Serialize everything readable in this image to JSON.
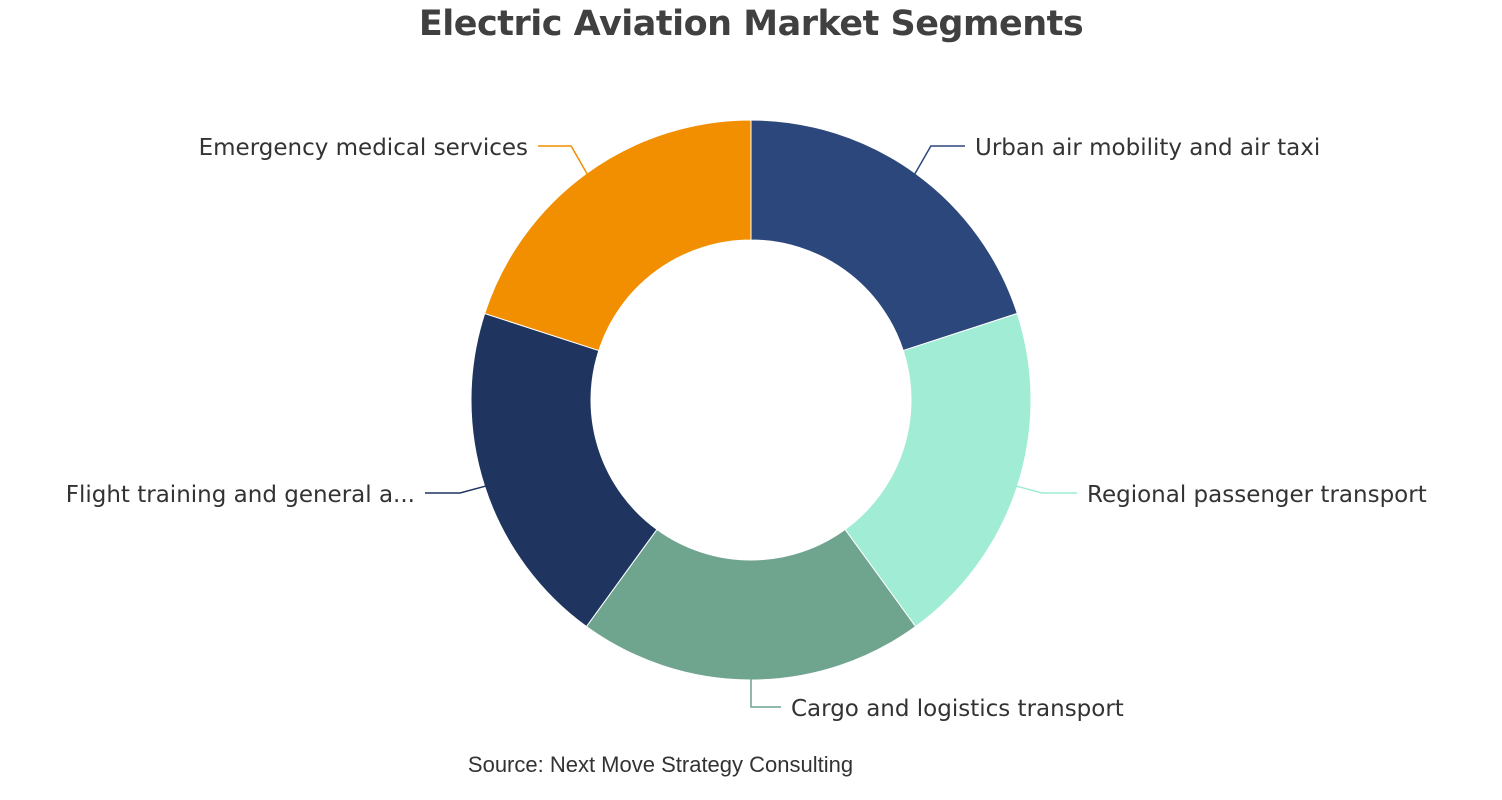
{
  "chart_data": {
    "type": "pie",
    "title": "Electric Aviation Market Segments",
    "source": "Source: Next Move Strategy Consulting",
    "donut": true,
    "slices": [
      {
        "label": "Urban air mobility and air taxi",
        "value": 20,
        "color": "#2b477b"
      },
      {
        "label": "Regional passenger transport",
        "value": 20,
        "color": "#a0ecd4"
      },
      {
        "label": "Cargo and logistics transport",
        "value": 20,
        "color": "#6fa48f"
      },
      {
        "label": "Flight training and general a...",
        "value": 20,
        "color": "#1f355f"
      },
      {
        "label": "Emergency medical services",
        "value": 20,
        "color": "#f18f01"
      }
    ]
  }
}
